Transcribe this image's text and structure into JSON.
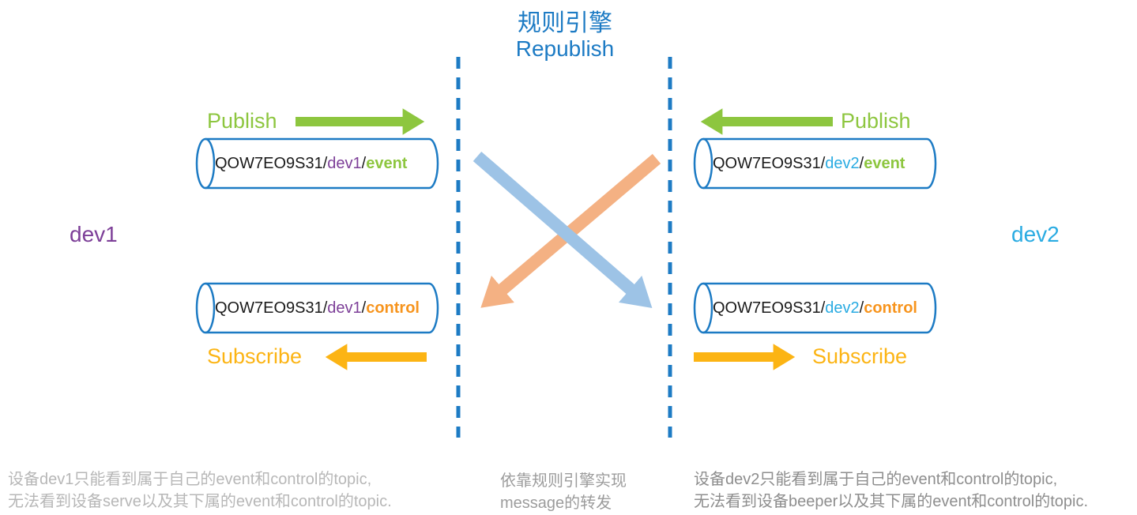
{
  "title": {
    "line1": "规则引擎",
    "line2": "Republish"
  },
  "left": {
    "device_label": "dev1",
    "publish_label": "Publish",
    "subscribe_label": "Subscribe",
    "event_topic": {
      "prefix": "QOW7EO9S31/",
      "device": "dev1",
      "sep": "/",
      "suffix": "event"
    },
    "control_topic": {
      "prefix": "QOW7EO9S31/",
      "device": "dev1",
      "sep": "/",
      "suffix": "control"
    },
    "note_line1": "设备dev1只能看到属于自己的event和control的topic,",
    "note_line2": "无法看到设备serve以及其下属的event和control的topic."
  },
  "right": {
    "device_label": "dev2",
    "publish_label": "Publish",
    "subscribe_label": "Subscribe",
    "event_topic": {
      "prefix": "QOW7EO9S31/",
      "device": "dev2",
      "sep": "/",
      "suffix": "event"
    },
    "control_topic": {
      "prefix": "QOW7EO9S31/",
      "device": "dev2",
      "sep": "/",
      "suffix": "control"
    },
    "note_line1": "设备dev2只能看到属于自己的event和control的topic,",
    "note_line2": "无法看到设备beeper以及其下属的event和control的topic."
  },
  "center": {
    "note_line1": "依靠规则引擎实现",
    "note_line2": "message的转发"
  },
  "colors": {
    "blue": "#1d7bc4",
    "green": "#8dc63f",
    "purple": "#7d3f98",
    "cyan": "#29abe2",
    "gold": "#fcb414",
    "control": "#f7941d",
    "peach": "#f4b183",
    "lightblue": "#9dc3e6",
    "gray_left": "#b7b7b7",
    "gray_center": "#9c9c9c",
    "gray_right": "#8e8e8e"
  }
}
